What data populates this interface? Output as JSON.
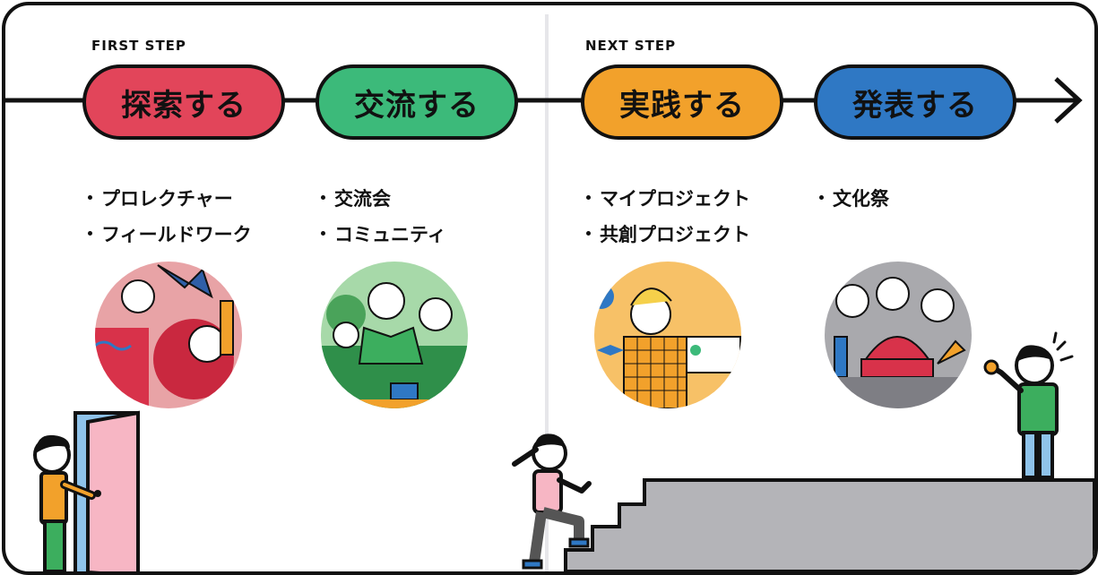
{
  "first_step": {
    "label": "FIRST STEP",
    "stages": [
      {
        "title": "探索する",
        "color": "#e2455a",
        "items": [
          "プロレクチャー",
          "フィールドワーク"
        ]
      },
      {
        "title": "交流する",
        "color": "#3cba7a",
        "items": [
          "交流会",
          "コミュニティ"
        ]
      }
    ]
  },
  "next_step": {
    "label": "NEXT STEP",
    "stages": [
      {
        "title": "実践する",
        "color": "#f2a12b",
        "items": [
          "マイプロジェクト",
          "共創プロジェクト"
        ]
      },
      {
        "title": "発表する",
        "color": "#2f78c4",
        "items": [
          "文化祭"
        ]
      }
    ]
  },
  "illustrations": [
    "exploring-illustration",
    "exchange-illustration",
    "practice-illustration",
    "presentation-illustration"
  ],
  "colors": {
    "outline": "#111111",
    "stairs": "#b4b4b8",
    "divider": "#e6e6ea"
  }
}
